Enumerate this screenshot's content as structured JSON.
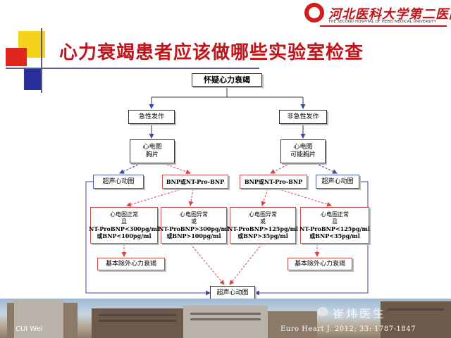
{
  "header": {
    "title": "心力衰竭患者应该做哪些实验室检查",
    "logo_text": "河北医科大学第二医院",
    "logo_subtitle": "THE SECOND HOSPITAL OF HEBEI MEDICAL UNIVERSITY"
  },
  "flowchart": {
    "root": "怀疑心力衰竭",
    "acute": "急性发作",
    "non_acute": "非急性发作",
    "left_tests": [
      "心电图",
      "胸片"
    ],
    "right_tests": [
      "心电图",
      "可能胸片"
    ],
    "echo_left": "超声心动图",
    "bnp_left": "BNP或NT-Pro-BNP",
    "bnp_right": "BNP或NT-Pro-BNP",
    "echo_right": "超声心动图",
    "ecg_normal_left": [
      "心电图正常",
      "且",
      "NT-ProBNP<300pg/ml",
      "或BNP<100pg/ml"
    ],
    "ecg_abnormal_left": [
      "心电图异常",
      "或",
      "NT-ProBNP>300pg/ml",
      "或BNP>100pg/ml"
    ],
    "ecg_abnormal_right": [
      "心电图异常",
      "或",
      "NT-ProBNP>125pg/ml",
      "或BNP>35pg/ml"
    ],
    "ecg_normal_right": [
      "心电图正常",
      "且",
      "NT-ProBNP<125pg/ml",
      "或BNP<35pg/ml"
    ],
    "exclude_left": "基本除外心力衰竭",
    "exclude_right": "基本除外心力衰竭",
    "final": "超声心动图"
  },
  "footer": {
    "left": "CUI Wei",
    "right": "Euro Heart J. 2012; 33: 1787-1847",
    "watermark": "崔炜医生"
  },
  "colors": {
    "title": "#c0141b",
    "arrow_red": "#d34a4a",
    "arrow_blue": "#3a4aa0"
  }
}
